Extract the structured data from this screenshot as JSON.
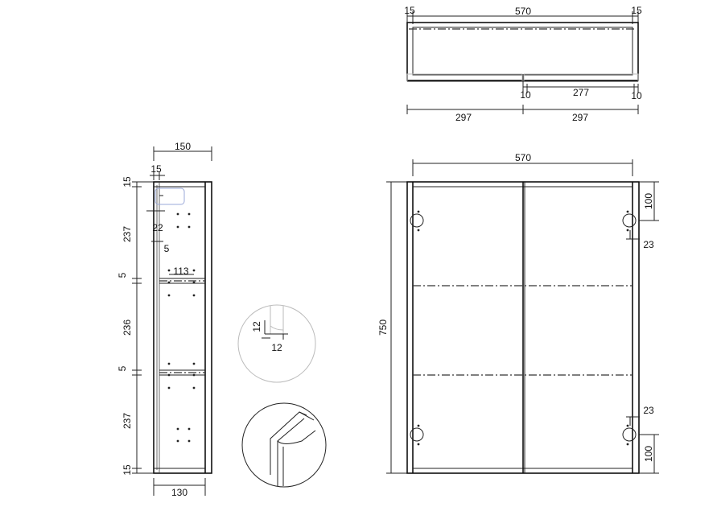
{
  "top_view": {
    "width": "570",
    "left_margin": "15",
    "right_margin": "15",
    "door_gap_left": "10",
    "door_gap_right": "10",
    "door_inner": "277",
    "door_left": "297",
    "door_right": "297"
  },
  "side_view": {
    "depth": "150",
    "back_thickness": "15",
    "top_board": "15",
    "section_top": "237",
    "shelf_1": "5",
    "section_mid": "236",
    "shelf_2": "5",
    "section_bottom": "237",
    "bottom_board": "15",
    "hole_offset": "22",
    "hole_small": "5",
    "hole_spacing": "113",
    "inner_depth": "130"
  },
  "detail": {
    "groove_h": "12",
    "groove_w": "12"
  },
  "front_view": {
    "width": "570",
    "height": "750",
    "hinge_top": "100",
    "hinge_top_offset": "23",
    "hinge_bottom_offset": "23",
    "hinge_bottom": "100"
  }
}
